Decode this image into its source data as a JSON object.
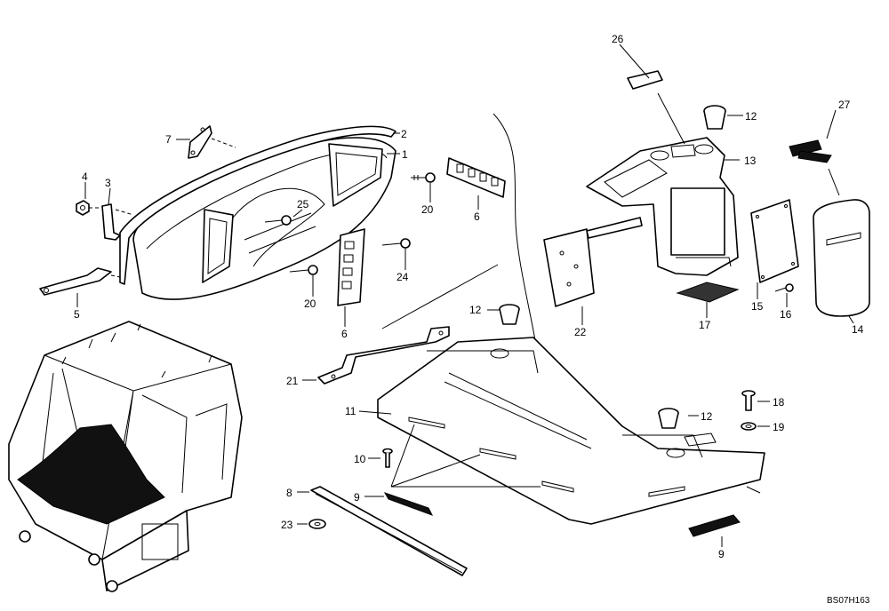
{
  "figure_code": "BS07H163",
  "callouts": [
    "26",
    "12",
    "27",
    "13",
    "2",
    "7",
    "1",
    "3",
    "4",
    "20",
    "25",
    "6",
    "24",
    "5",
    "20",
    "6",
    "22",
    "17",
    "15",
    "16",
    "14",
    "12",
    "21",
    "11",
    "12",
    "18",
    "19",
    "10",
    "8",
    "9",
    "23",
    "9"
  ]
}
